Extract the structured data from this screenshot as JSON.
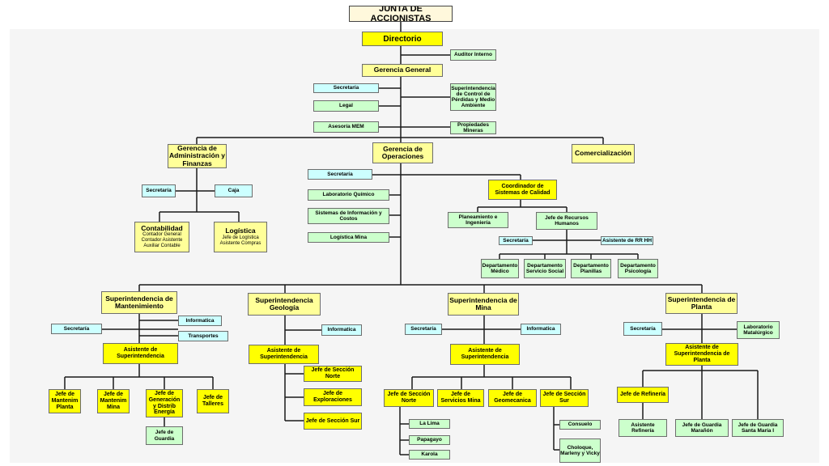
{
  "org": {
    "root": "JUNTA DE ACCIONISTAS",
    "directorio": "Directorio",
    "auditor": "Auditor Interno",
    "gerencia_general": "Gerencia General",
    "secretaria": "Secretaría",
    "legal": "Legal",
    "asesoria": "Asesoría MEM",
    "sup_control": "Superintendencia de Control de Pérdidas y Medio Ambiente",
    "propiedades": "Propiedades Mineras",
    "ger_admin": "Gerencia de Administración y Finanzas",
    "ger_oper": "Gerencia de Operaciones",
    "comercial": "Comercialización",
    "caja": "Caja",
    "contabilidad": {
      "title": "Contabilidad",
      "lines": [
        "Contador General",
        "Contador Asistente",
        "Auxiliar Contable"
      ]
    },
    "logistica": {
      "title": "Logística",
      "lines": [
        "Jefe de Logística",
        "Asistente Compras"
      ]
    },
    "lab_quimico": "Laboratorio Químico",
    "sistemas_info": "Sistemas de Información y Costos",
    "logistica_mina": "Logística Mina",
    "coord_calidad": "Coordinador de Sistemas de Calidad",
    "planeamiento": "Planeamiento e Ingeniería",
    "jefe_rrhh": "Jefe de Recursos Humanos",
    "asist_rrhh": "Asistente de RR HH",
    "dep_medico": "Departamento Médico",
    "dep_social": "Departamento Servicio Social",
    "dep_planillas": "Departamento Planillas",
    "dep_psicologia": "Departamento Psicología",
    "sup_mant": "Superintendencia de Mantenimiento",
    "sup_geo": "Superintendencia Geología",
    "sup_mina": "Superintendencia de Mina",
    "sup_planta": "Superintendencia de Planta",
    "informatica": "Informatica",
    "transportes": "Transportes",
    "asist_sup": "Asistente de Superintendencia",
    "asist_sup_planta": "Asistente de Superintendencia de Planta",
    "lab_metalurgico": "Laboratorio Matalúrgico",
    "mant_planta": "Jefe de Mantenim Planta",
    "mant_mina": "Jefe de Mantenim Mina",
    "gen_energia": "Jefe de Generación y Distrib Energía",
    "talleres": "Jefe de Talleres",
    "jefe_guardia": "Jefe de Guardia",
    "sec_norte_geo": "Jefe de Sección Norte",
    "exploraciones": "Jefe de Exploraciones",
    "sec_sur_geo": "Jefe de Sección Sur",
    "sec_norte_mina": "Jefe de Sección Norte",
    "servicios_mina": "Jefe de Servicios Mina",
    "geomecanica": "Jefe de Geomecanica",
    "sec_sur_mina": "Jefe de Sección Sur",
    "la_lima": "La Lima",
    "papagayo": "Papagayo",
    "karola": "Karola",
    "consuelo": "Consuelo",
    "choloque": "Choloque, Marleny y Vicky",
    "refineria": "Jefe de Refinería",
    "asist_refineria": "Asistente Refinería",
    "guardia_maranon": "Jefe de Guardia Marañón",
    "guardia_santa": "Jefe de Guardia Santa María I"
  },
  "colors": {
    "line": "#1a1a1a",
    "yellow": "#ffff00",
    "light_yellow": "#ffff99",
    "green": "#ccffcc",
    "cyan": "#ccffff",
    "band": "#f4f4f4"
  }
}
